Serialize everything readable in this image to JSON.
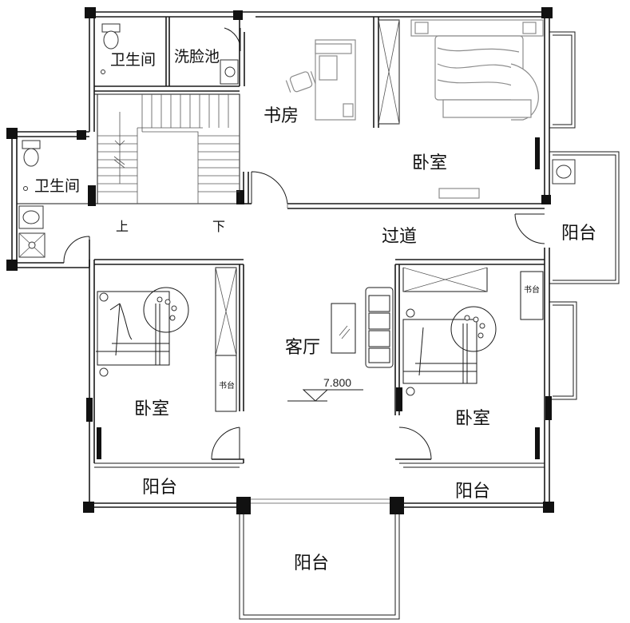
{
  "plan": {
    "rooms": {
      "bath_top": "卫生间",
      "washbasin": "洗脸池",
      "study": "书房",
      "bedroom_top": "卧室",
      "bath_left": "卫生间",
      "stair_up": "上",
      "stair_down": "下",
      "corridor": "过道",
      "balcony_right": "阳台",
      "living": "客厅",
      "bedroom_left": "卧室",
      "bedroom_right": "卧室",
      "balcony_left": "阳台",
      "balcony_mid": "阳台",
      "balcony_bottom": "阳台",
      "desk_left": "书台",
      "desk_right": "书台"
    },
    "level_mark": "7.800"
  }
}
